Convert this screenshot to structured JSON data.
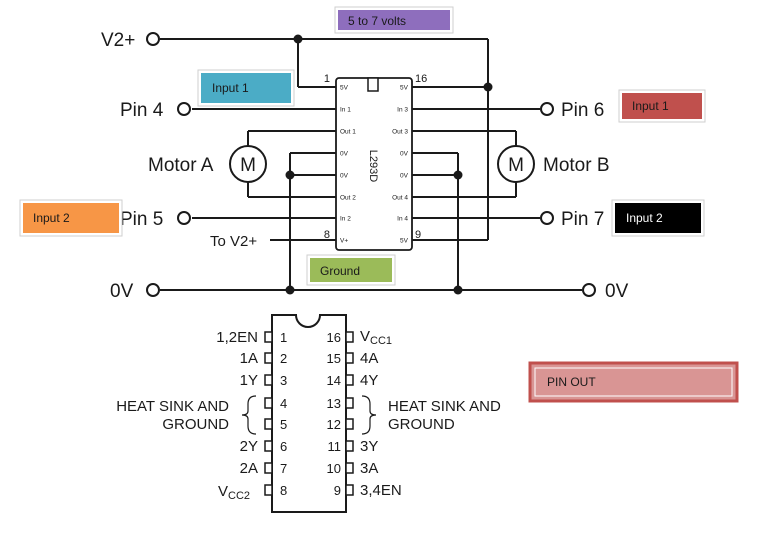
{
  "circuit": {
    "v2plus_label": "V2+",
    "pin4_label": "Pin 4",
    "pin5_label": "Pin 5",
    "pin6_label": "Pin 6",
    "pin7_label": "Pin 7",
    "motor_a_label": "Motor A",
    "motor_b_label": "Motor B",
    "motor_symbol": "M",
    "to_v2plus_label": "To V2+",
    "zero_v_left": "0V",
    "zero_v_right": "0V",
    "chip_name": "L293D",
    "chip_pin_1": "1",
    "chip_pin_8": "8",
    "chip_pin_9": "9",
    "chip_pin_16": "16",
    "left_pins": [
      "5V",
      "In 1",
      "Out 1",
      "0V",
      "0V",
      "Out 2",
      "In 2",
      "V+"
    ],
    "right_pins": [
      "5V",
      "In 3",
      "Out 3",
      "0V",
      "0V",
      "Out 4",
      "In 4",
      "5V"
    ]
  },
  "callouts": {
    "volts": {
      "text": "5 to 7 volts",
      "color": "#8e6ebd"
    },
    "input1_left": {
      "text": "Input 1",
      "color": "#4bacc6"
    },
    "input1_right": {
      "text": "Input 1",
      "color": "#c0504d"
    },
    "input2_left": {
      "text": "Input 2",
      "color": "#f79646"
    },
    "input2_right": {
      "text": "Input 2",
      "color": "#000000"
    },
    "ground": {
      "text": "Ground",
      "color": "#9bbb59"
    },
    "pinout": {
      "text": "PIN OUT",
      "color": "#d99594"
    }
  },
  "pinout": {
    "left_labels": [
      "1,2EN",
      "1A",
      "1Y",
      "",
      "",
      "2Y",
      "2A",
      "VCC2"
    ],
    "right_labels": [
      "VCC1",
      "4A",
      "4Y",
      "",
      "",
      "3Y",
      "3A",
      "3,4EN"
    ],
    "left_numbers": [
      "1",
      "2",
      "3",
      "4",
      "5",
      "6",
      "7",
      "8"
    ],
    "right_numbers": [
      "16",
      "15",
      "14",
      "13",
      "12",
      "11",
      "10",
      "9"
    ],
    "heat_sink_left_1": "HEAT SINK AND",
    "heat_sink_left_2": "GROUND",
    "heat_sink_right_1": "HEAT SINK AND",
    "heat_sink_right_2": "GROUND",
    "vcc_prefix": "V",
    "vcc1_sub": "CC1",
    "vcc2_sub": "CC2"
  }
}
